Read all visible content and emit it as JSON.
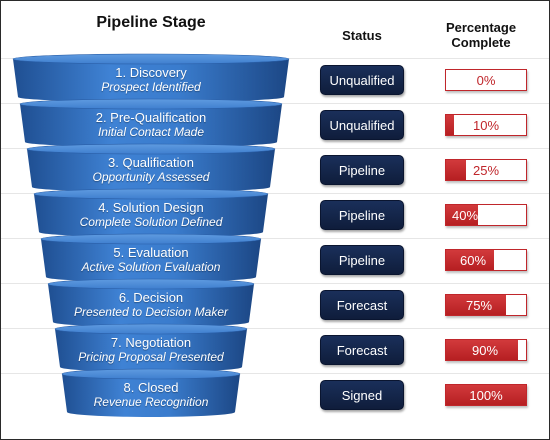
{
  "headers": {
    "stage": "Pipeline Stage",
    "status": "Status",
    "percentage": "Percentage Complete"
  },
  "colors": {
    "funnel_blue": "#2f6fc0",
    "badge_navy": "#14264c",
    "bar_red": "#c0262b"
  },
  "stages": [
    {
      "title": "1. Discovery",
      "subtitle": "Prospect Identified",
      "status": "Unqualified",
      "percent": 0,
      "percent_label": "0%"
    },
    {
      "title": "2. Pre-Qualification",
      "subtitle": "Initial Contact Made",
      "status": "Unqualified",
      "percent": 10,
      "percent_label": "10%"
    },
    {
      "title": "3. Qualification",
      "subtitle": "Opportunity Assessed",
      "status": "Pipeline",
      "percent": 25,
      "percent_label": "25%"
    },
    {
      "title": "4. Solution Design",
      "subtitle": "Complete Solution Defined",
      "status": "Pipeline",
      "percent": 40,
      "percent_label": "40%"
    },
    {
      "title": "5. Evaluation",
      "subtitle": "Active Solution Evaluation",
      "status": "Pipeline",
      "percent": 60,
      "percent_label": "60%"
    },
    {
      "title": "6. Decision",
      "subtitle": "Presented to Decision Maker",
      "status": "Forecast",
      "percent": 75,
      "percent_label": "75%"
    },
    {
      "title": "7. Negotiation",
      "subtitle": "Pricing Proposal Presented",
      "status": "Forecast",
      "percent": 90,
      "percent_label": "90%"
    },
    {
      "title": "8. Closed",
      "subtitle": "Revenue Recognition",
      "status": "Signed",
      "percent": 100,
      "percent_label": "100%"
    }
  ]
}
